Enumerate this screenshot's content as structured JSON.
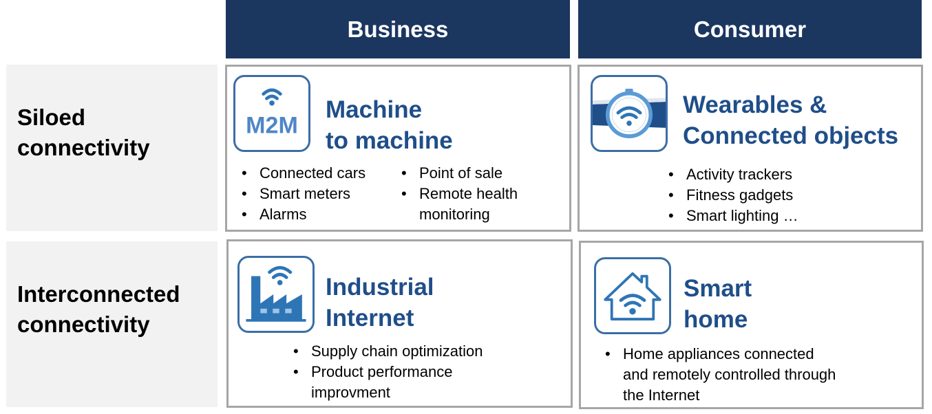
{
  "columns": {
    "business": "Business",
    "consumer": "Consumer"
  },
  "rows": {
    "siloed": {
      "line1": "Siloed",
      "line2": "connectivity"
    },
    "interconnected": {
      "line1": "Interconnected",
      "line2": "connectivity"
    }
  },
  "cells": {
    "m2m": {
      "icon": "m2m-wifi-icon",
      "icon_text": "M2M",
      "title_line1": "Machine",
      "title_line2": "to machine",
      "bullets_left": [
        "Connected cars",
        "Smart meters",
        "Alarms"
      ],
      "bullets_right": [
        "Point of sale",
        "Remote health",
        "monitoring"
      ]
    },
    "wearables": {
      "icon": "smartwatch-wifi-icon",
      "title_line1": "Wearables &",
      "title_line2": "Connected objects",
      "bullets": [
        "Activity trackers",
        "Fitness gadgets",
        "Smart lighting …"
      ]
    },
    "industrial": {
      "icon": "factory-wifi-icon",
      "title_line1": "Industrial",
      "title_line2": "Internet",
      "bullets": [
        "Supply chain optimization",
        "Product performance",
        "improvment"
      ]
    },
    "smarthome": {
      "icon": "house-wifi-icon",
      "title_line1": "Smart",
      "title_line2": "home",
      "bullets": [
        "Home appliances connected",
        "and remotely controlled through",
        "the Internet"
      ]
    }
  },
  "colors": {
    "header_bg": "#1b3760",
    "title_text": "#1f4e89",
    "icon_blue": "#2e75b6",
    "row_label_bg": "#f2f2f2",
    "cell_border": "#a6a6a6"
  }
}
